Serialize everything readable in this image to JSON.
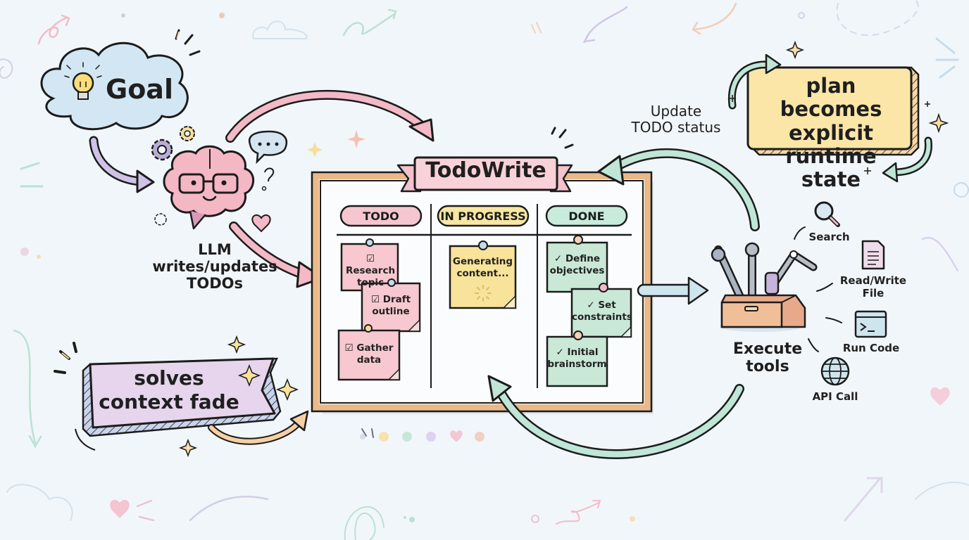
{
  "diagram": {
    "goal": {
      "label": "Goal",
      "icon": "lightbulb-icon"
    },
    "llm": {
      "label_line1": "LLM",
      "label_line2": "writes/updates",
      "label_line3": "TODOs",
      "icon": "brain-icon"
    },
    "board": {
      "title": "TodoWrite",
      "columns": [
        {
          "label": "TODO",
          "color": "#f5c6cf",
          "notes": [
            {
              "line1": "Research",
              "line2": "topic",
              "mark": "checkbox"
            },
            {
              "line1": "Draft",
              "line2": "outline",
              "mark": "checkbox"
            },
            {
              "line1": "Gather",
              "line2": "data",
              "mark": "checkbox"
            }
          ]
        },
        {
          "label": "IN PROGRESS",
          "color": "#f8e7a2",
          "notes": [
            {
              "line1": "Generating",
              "line2": "content...",
              "mark": "spinner"
            }
          ]
        },
        {
          "label": "DONE",
          "color": "#c9ebdc",
          "notes": [
            {
              "line1": "Define",
              "line2": "objectives",
              "mark": "check"
            },
            {
              "line1": "Set",
              "line2": "constraints",
              "mark": "check"
            },
            {
              "line1": "Initial",
              "line2": "brainstorm",
              "mark": "check"
            }
          ]
        }
      ]
    },
    "update_status": {
      "line1": "Update",
      "line2": "TODO status"
    },
    "plan_box": {
      "line1": "plan becomes",
      "line2": "explicit",
      "line3": "runtime state"
    },
    "solves_banner": {
      "line1": "solves",
      "line2": "context fade"
    },
    "execute": {
      "line1": "Execute",
      "line2": "tools",
      "icon": "toolbox-icon"
    },
    "tools": [
      {
        "label": "Search",
        "icon": "magnifier-icon"
      },
      {
        "label_line1": "Read/Write",
        "label_line2": "File",
        "icon": "document-icon"
      },
      {
        "label": "Run Code",
        "icon": "terminal-icon"
      },
      {
        "label": "API Call",
        "icon": "globe-icon"
      }
    ],
    "colors": {
      "background": "#f1f6fa",
      "pink": "#f4b9c6",
      "mint": "#bfe6d6",
      "yellow": "#fbe6a8",
      "lavender": "#e6d5ec",
      "frame": "#e9b98a",
      "sky": "#cfe5ee"
    }
  }
}
